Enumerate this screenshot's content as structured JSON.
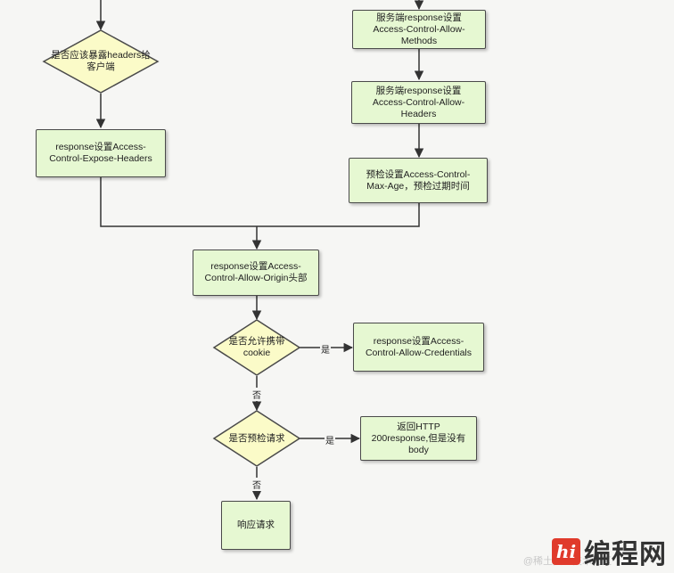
{
  "flowchart": {
    "nodes": {
      "expose_decision": "是否应该暴露headers给\n客户端",
      "expose_headers": "response设置Access-\nControl-Expose-Headers",
      "allow_methods": "服务端response设置\nAccess-Control-Allow-\nMethods",
      "allow_headers": "服务端response设置\nAccess-Control-Allow-\nHeaders",
      "max_age": "预检设置Access-Control-\nMax-Age，预检过期时间",
      "allow_origin": "response设置Access-\nControl-Allow-Origin头部",
      "cookie_decision": "是否允许携带\ncookie",
      "allow_credentials": "response设置Access-\nControl-Allow-Credentials",
      "preflight_decision": "是否预检请求",
      "return_200": "返回HTTP\n200response,但是没有\nbody",
      "respond": "响应请求"
    },
    "edge_labels": {
      "cookie_yes": "是",
      "cookie_no": "否",
      "preflight_yes": "是",
      "preflight_no": "否"
    }
  },
  "watermark": {
    "logo_text": "hi",
    "brand": "编程网",
    "faint_text": "@稀土掘金技术社区"
  }
}
